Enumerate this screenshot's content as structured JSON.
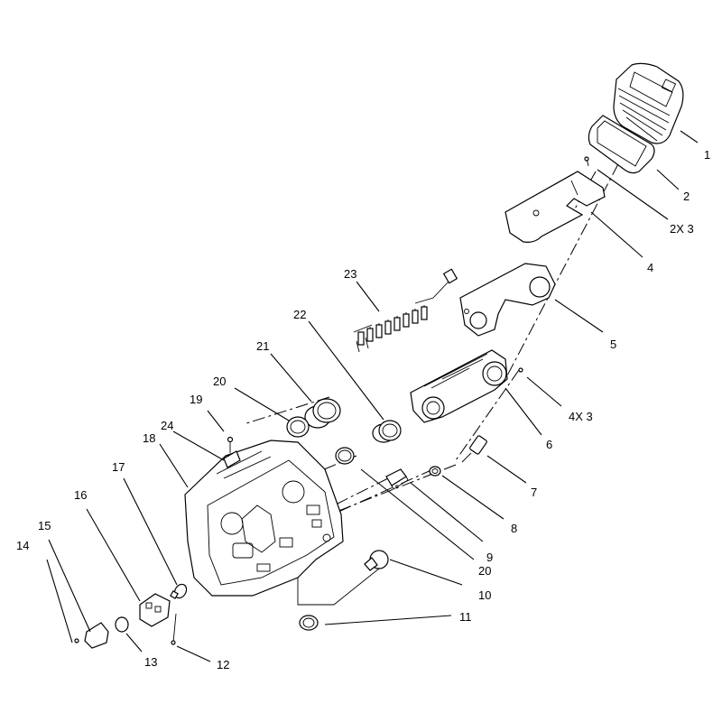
{
  "callouts": [
    {
      "id": "c1",
      "text": "1"
    },
    {
      "id": "c2",
      "text": "2"
    },
    {
      "id": "c2x3",
      "text": "2X 3"
    },
    {
      "id": "c4",
      "text": "4"
    },
    {
      "id": "c5",
      "text": "5"
    },
    {
      "id": "c4x3",
      "text": "4X 3"
    },
    {
      "id": "c6",
      "text": "6"
    },
    {
      "id": "c7",
      "text": "7"
    },
    {
      "id": "c8",
      "text": "8"
    },
    {
      "id": "c9",
      "text": "9"
    },
    {
      "id": "c20b",
      "text": "20"
    },
    {
      "id": "c10",
      "text": "10"
    },
    {
      "id": "c11",
      "text": "11"
    },
    {
      "id": "c12",
      "text": "12"
    },
    {
      "id": "c13",
      "text": "13"
    },
    {
      "id": "c14",
      "text": "14"
    },
    {
      "id": "c15",
      "text": "15"
    },
    {
      "id": "c16",
      "text": "16"
    },
    {
      "id": "c17",
      "text": "17"
    },
    {
      "id": "c18",
      "text": "18"
    },
    {
      "id": "c19",
      "text": "19"
    },
    {
      "id": "c20a",
      "text": "20"
    },
    {
      "id": "c21",
      "text": "21"
    },
    {
      "id": "c22",
      "text": "22"
    },
    {
      "id": "c23",
      "text": "23"
    },
    {
      "id": "c24",
      "text": "24"
    }
  ]
}
